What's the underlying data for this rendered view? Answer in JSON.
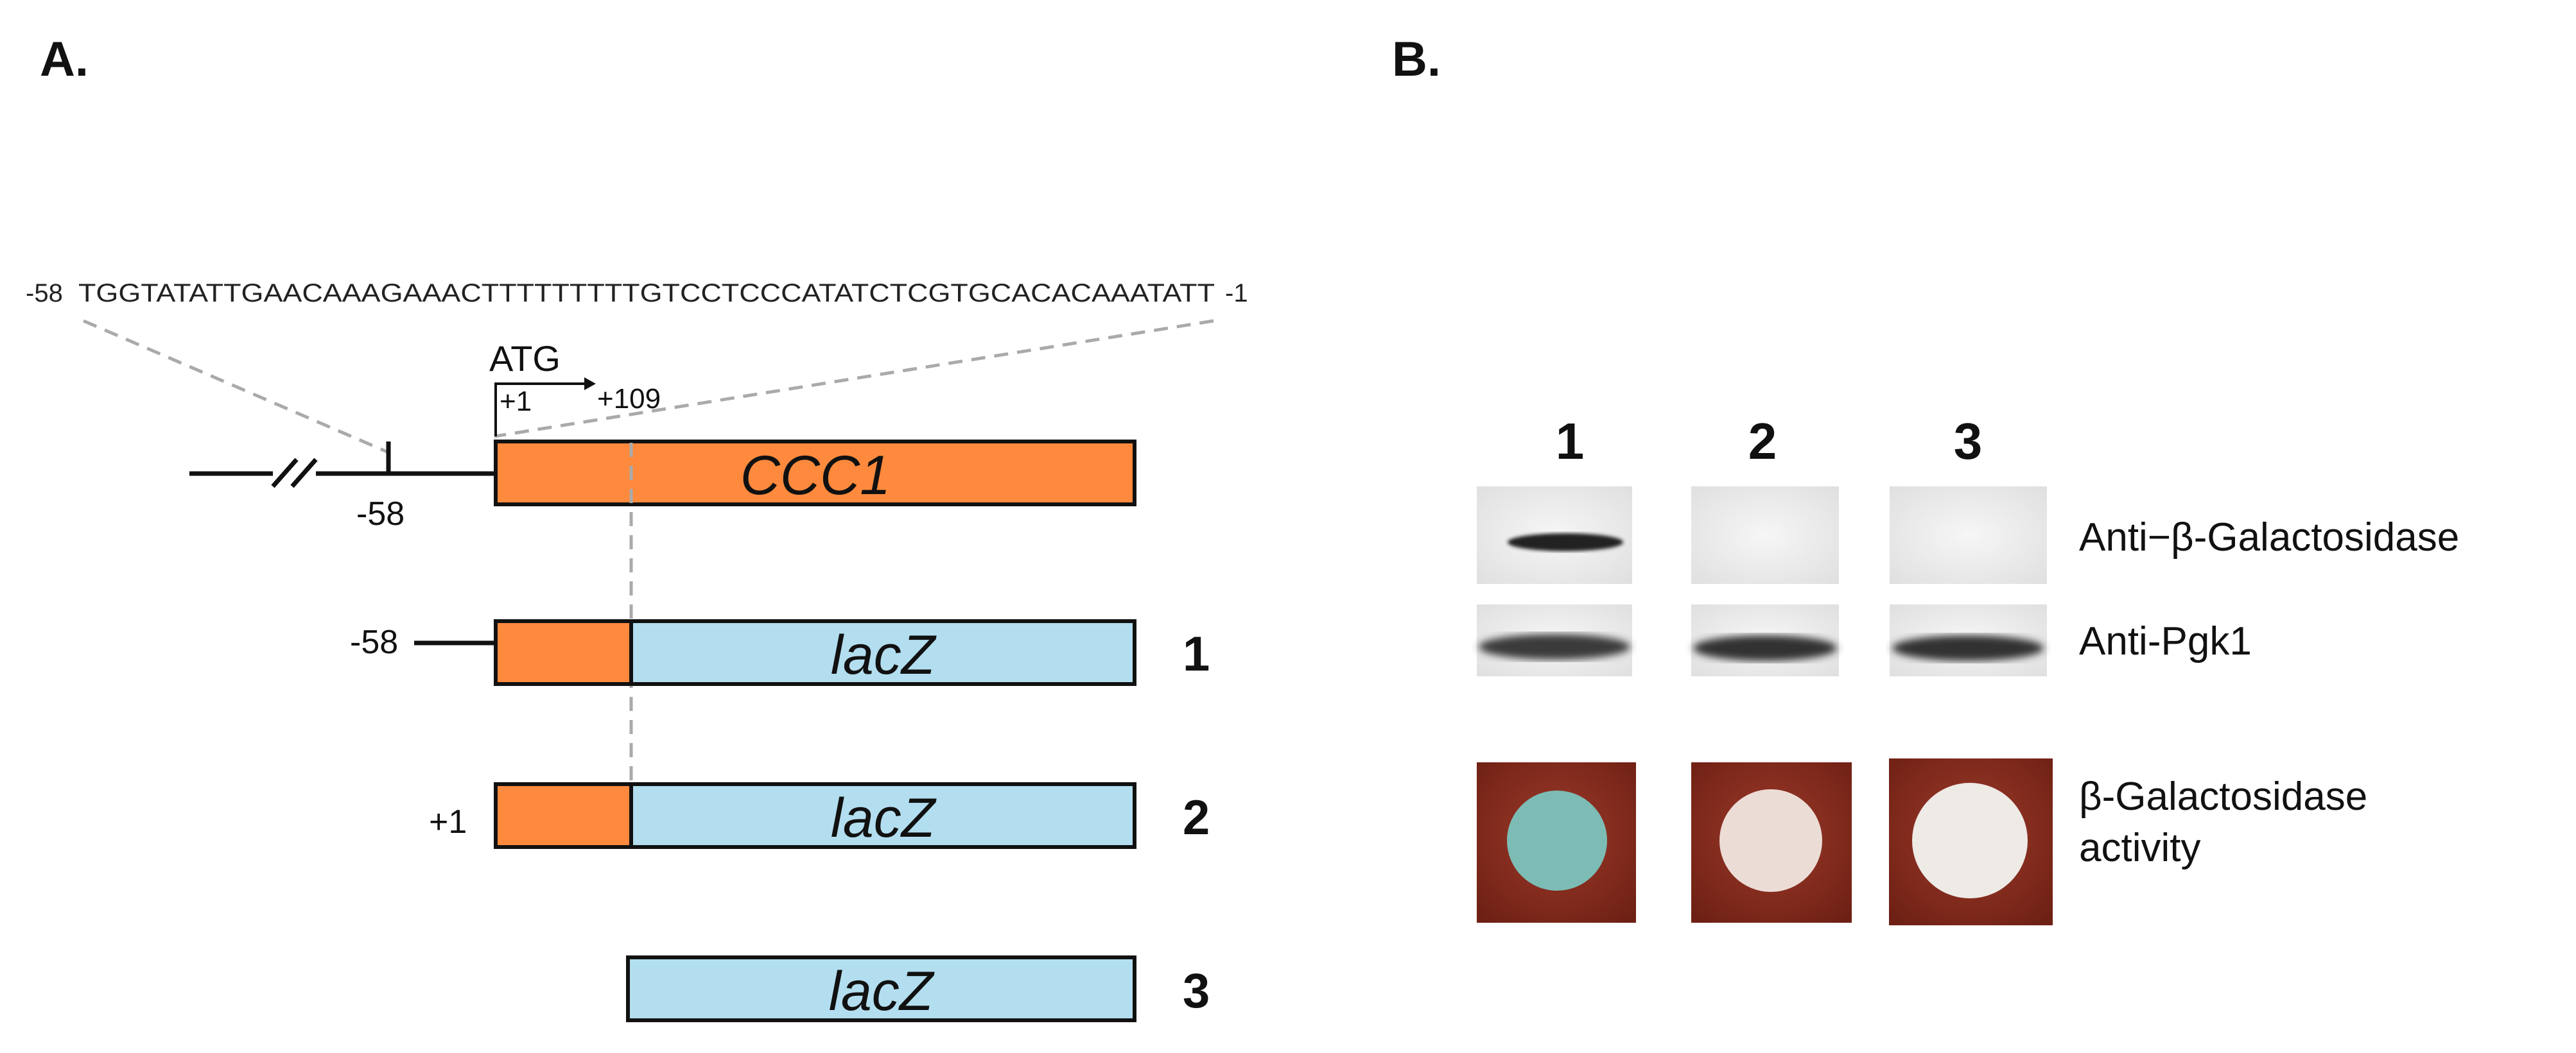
{
  "panel_a": {
    "label": "A.",
    "sequence": {
      "start": "-58",
      "bases": "TGGTATATTGAACAAAGAAACTTTTTTTTTGTCCTCCCATATCTCGTGCACACAAATATT",
      "end": "-1"
    },
    "atg": "ATG",
    "plus1": "+1",
    "plus109": "+109",
    "minus58": "-58",
    "gene_ccc1": "CCC1",
    "constructs": [
      {
        "number": "1",
        "promoter_label": "-58",
        "gene": "lacZ"
      },
      {
        "number": "2",
        "promoter_label": "+1",
        "gene": "lacZ"
      },
      {
        "number": "3",
        "promoter_label": "",
        "gene": "lacZ"
      }
    ],
    "colors": {
      "ccc1": "#ff8a3d",
      "lacz": "#b3deef"
    }
  },
  "panel_b": {
    "label": "B.",
    "lanes": [
      "1",
      "2",
      "3"
    ],
    "rows": [
      {
        "label": "Anti−β-Galactosidase",
        "band_intensity": [
          0.85,
          0.0,
          0.0
        ]
      },
      {
        "label": "Anti-Pgk1",
        "band_intensity": [
          0.8,
          0.85,
          0.85
        ]
      },
      {
        "label_line1": "β-Galactosidase",
        "label_line2": "activity",
        "colony_colors": [
          "#7cbcb4",
          "#ecdcd6",
          "#eeeae6"
        ]
      }
    ],
    "background_color": "#8b2c1f"
  }
}
